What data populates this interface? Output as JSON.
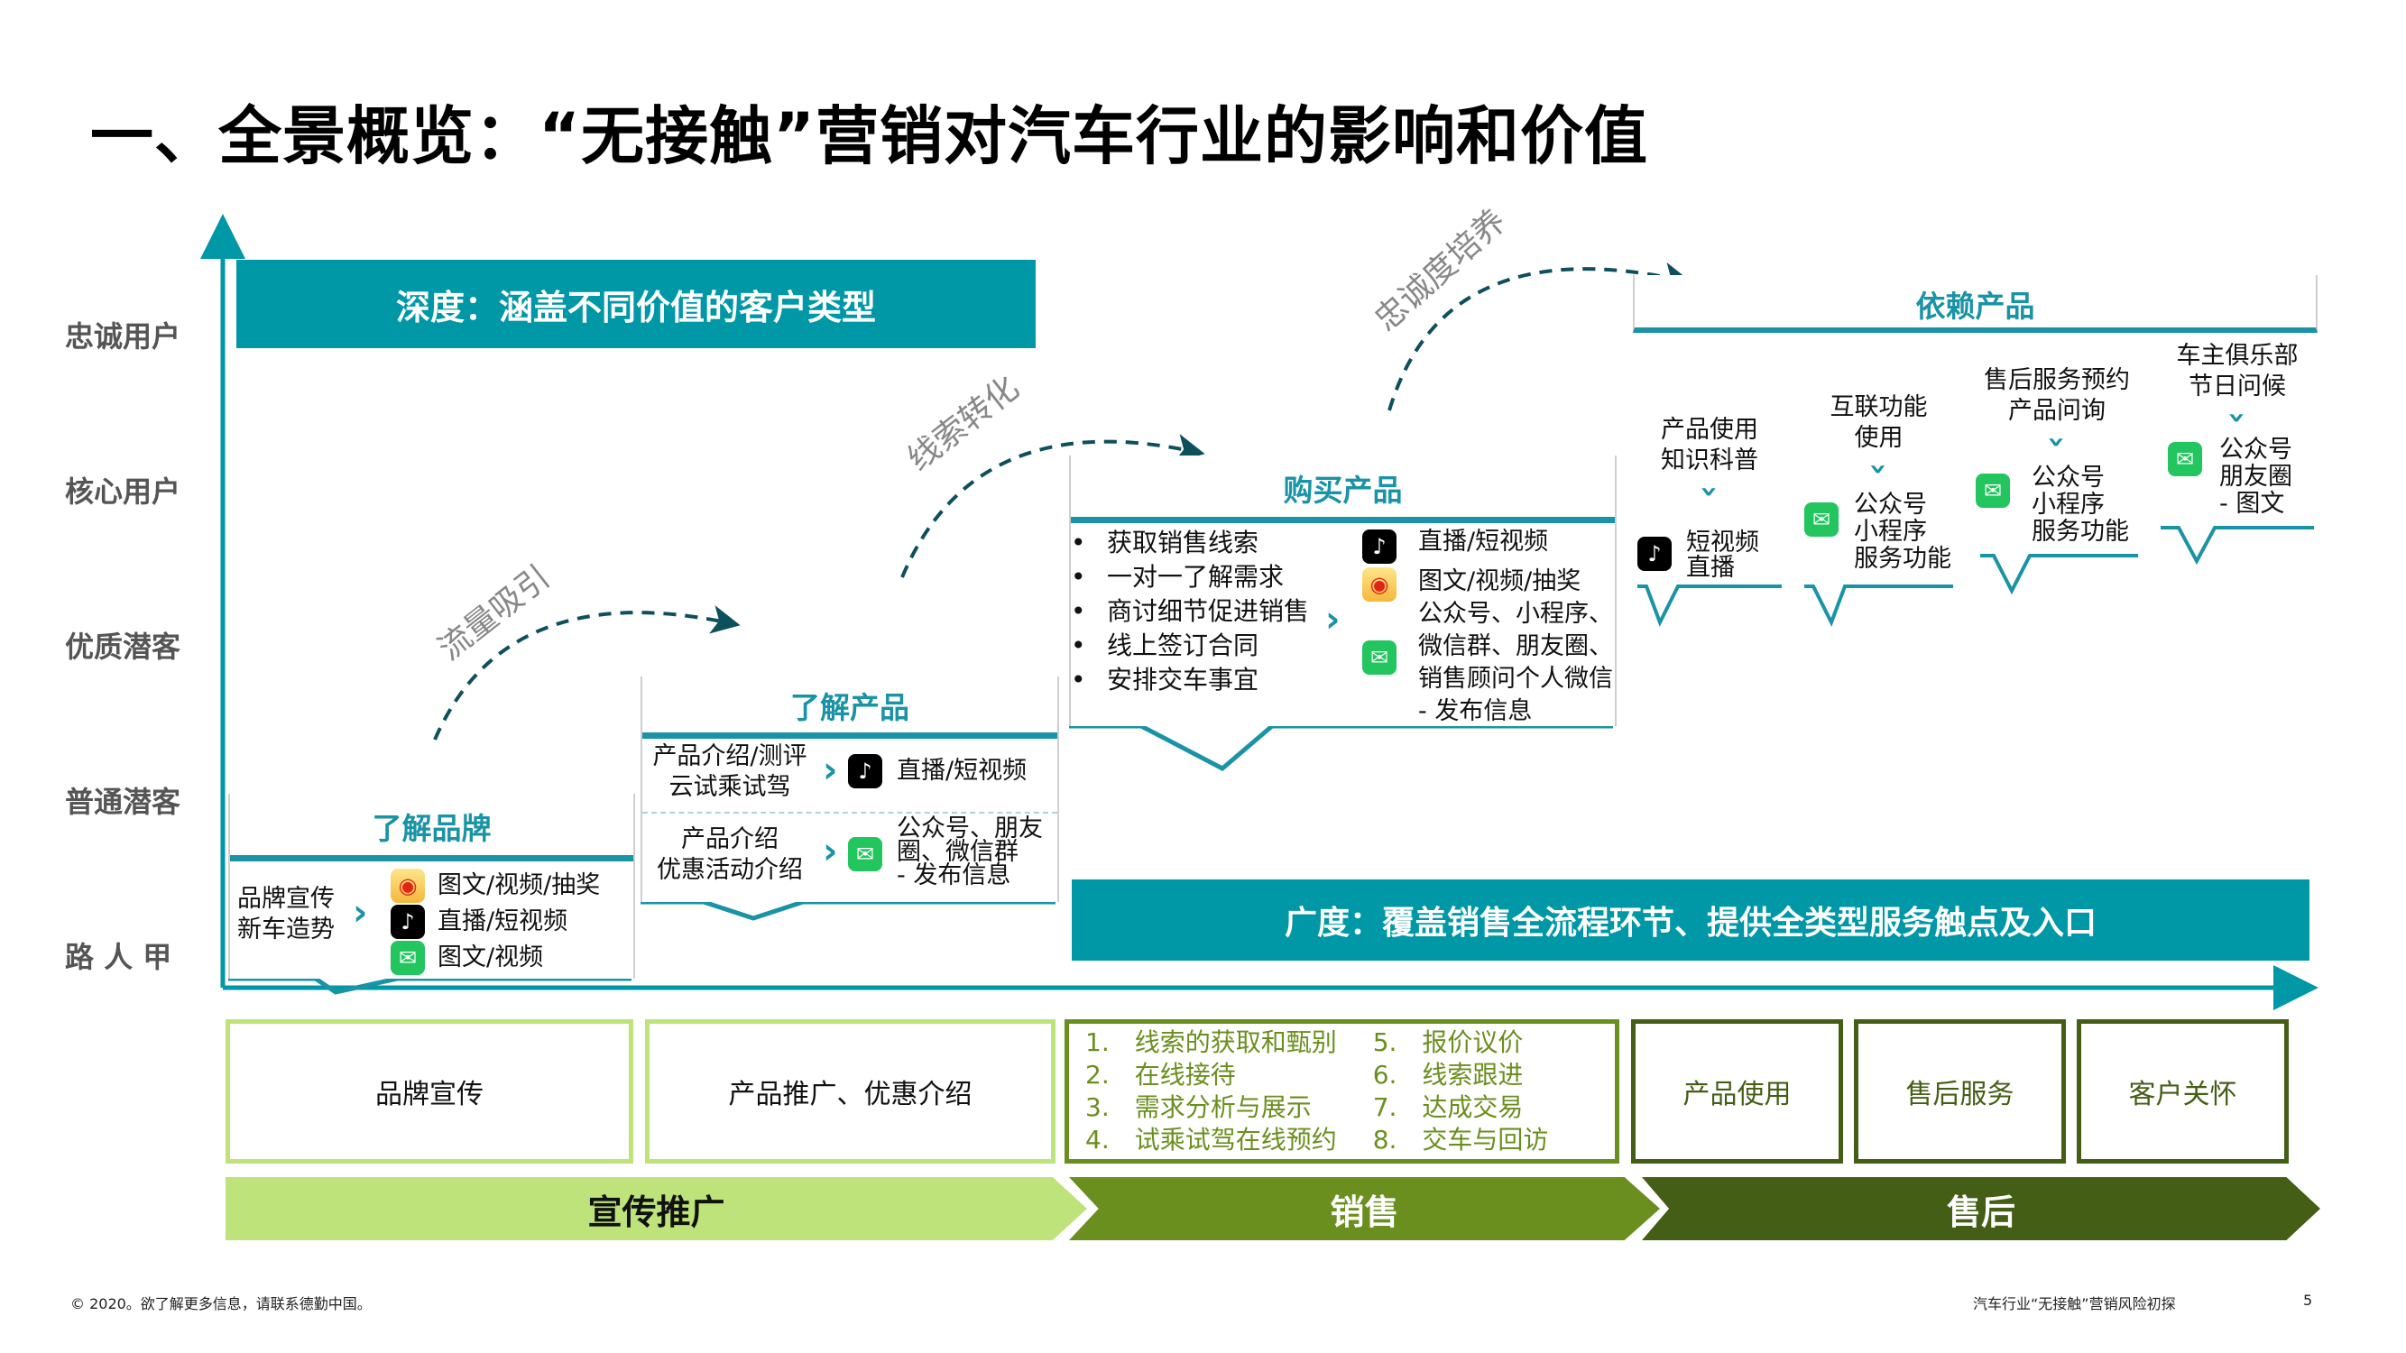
{
  "title": "一、全景概览：“无接触”营销对汽车行业的影响和价值",
  "y_axis_labels": [
    "忠诚用户",
    "核心用户",
    "优质潜客",
    "普通潜客",
    "路 人 甲"
  ],
  "depth_banner": "深度：涵盖不同价值的客户类型",
  "breadth_banner": "广度：覆盖销售全流程环节、提供全类型服务触点及入口",
  "flow_labels": [
    "流量吸引",
    "线索转化",
    "忠诚度培养"
  ],
  "colors": {
    "teal": "#0097a7",
    "teal_dark": "#1a93a6",
    "arrow_dark": "#0e4f5c",
    "green_light": "#bde37a",
    "green_mid": "#6a8f1e",
    "green_dark": "#445e16"
  },
  "stages": {
    "brand": {
      "title": "了解品牌",
      "left_text": [
        "品牌宣传",
        "新车造势"
      ],
      "channels": [
        {
          "icon": "weibo-icon",
          "text": "图文/视频/抽奖"
        },
        {
          "icon": "tiktok-icon",
          "text": "直播/短视频"
        },
        {
          "icon": "wechat-icon",
          "text": "图文/视频"
        }
      ]
    },
    "product": {
      "title": "了解产品",
      "rows": [
        {
          "left": [
            "产品介绍/测评",
            "云试乘试驾"
          ],
          "icon": "tiktok-icon",
          "right": [
            "直播/短视频"
          ]
        },
        {
          "left": [
            "产品介绍",
            "优惠活动介绍"
          ],
          "icon": "wechat-icon",
          "right": [
            "公众号、朋友",
            "圈、微信群",
            "- 发布信息"
          ]
        }
      ]
    },
    "purchase": {
      "title": "购买产品",
      "bullets": [
        "获取销售线索",
        "一对一了解需求",
        "商讨细节促进销售",
        "线上签订合同",
        "安排交车事宜"
      ],
      "channels": [
        {
          "icon": "tiktok-icon",
          "text": [
            "直播/短视频"
          ]
        },
        {
          "icon": "weibo-icon",
          "text": [
            "图文/视频/抽奖"
          ]
        },
        {
          "icon": "wechat-icon",
          "text": [
            "公众号、小程序、",
            "微信群、朋友圈、",
            "销售顾问个人微信",
            "- 发布信息"
          ]
        }
      ]
    },
    "rely": {
      "title": "依赖产品",
      "items": [
        {
          "heading": [
            "产品使用",
            "知识科普"
          ],
          "icon": "tiktok-icon",
          "text": [
            "短视频",
            "直播"
          ]
        },
        {
          "heading": [
            "互联功能",
            "使用"
          ],
          "icon": "wechat-icon",
          "text": [
            "公众号",
            "小程序",
            "服务功能"
          ]
        },
        {
          "heading": [
            "售后服务预约",
            "产品问询"
          ],
          "icon": "wechat-icon",
          "text": [
            "公众号",
            "小程序",
            "服务功能"
          ]
        },
        {
          "heading": [
            "车主俱乐部",
            "节日问候"
          ],
          "icon": "wechat-icon",
          "text": [
            "公众号",
            "朋友圈",
            "- 图文"
          ]
        }
      ]
    }
  },
  "stage_boxes": {
    "brand": "品牌宣传",
    "promo": "产品推广、优惠介绍",
    "sales_steps": [
      "1.　线索的获取和甄别",
      "2.　在线接待",
      "3.　需求分析与展示",
      "4.　试乘试驾在线预约",
      "5.　报价议价",
      "6.　线索跟进",
      "7.　达成交易",
      "8.　交车与回访"
    ],
    "usage": "产品使用",
    "aftersales": "售后服务",
    "care": "客户关怀"
  },
  "phases": [
    "宣传推广",
    "销售",
    "售后"
  ],
  "footer": {
    "copyright": "© 2020。欲了解更多信息，请联系德勤中国。",
    "doc_title": "汽车行业“无接触”营销风险初探",
    "page": "5"
  }
}
